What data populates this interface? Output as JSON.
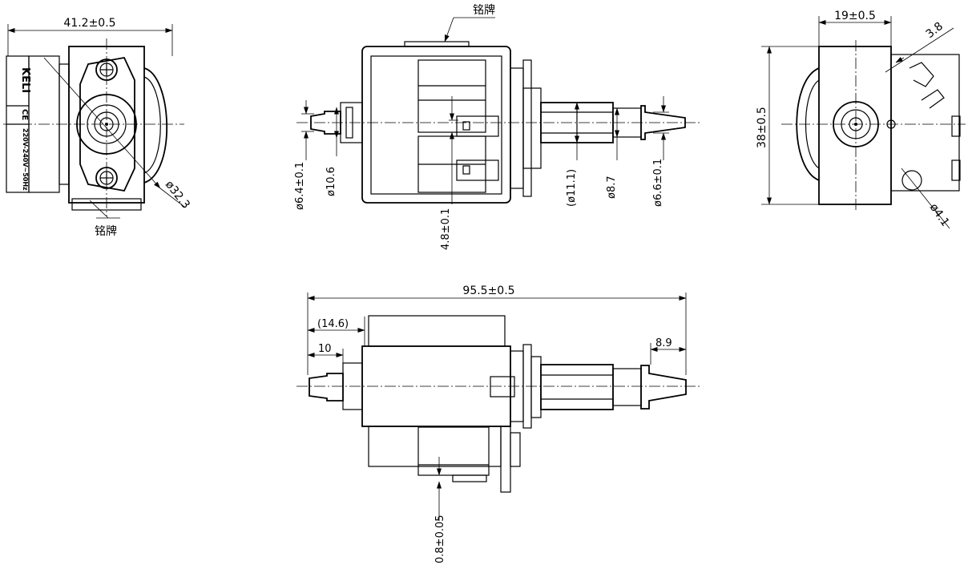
{
  "nameplate_label": "铭牌",
  "brand": "KELI",
  "rating": "220V-240V~50Hz",
  "dimensions": {
    "width_front": "41.2±0.5",
    "diameter_body": "ø32.3",
    "thickness_side": "19±0.5",
    "thickness_small": "3.8",
    "height_side": "38±0.5",
    "hole_diameter": "ø4.1",
    "inlet_diameter": "ø6.4±0.1",
    "inlet_collar": "ø10.6",
    "terminal_offset": "4.8±0.1",
    "outlet_ref": "(ø11.1)",
    "outlet_body": "ø8.7",
    "outlet_diameter": "ø6.6±0.1",
    "total_length": "95.5±0.5",
    "inlet_length_ref": "(14.6)",
    "inlet_length": "10",
    "outlet_length": "8.9",
    "plate_thickness": "0.8±0.05"
  }
}
